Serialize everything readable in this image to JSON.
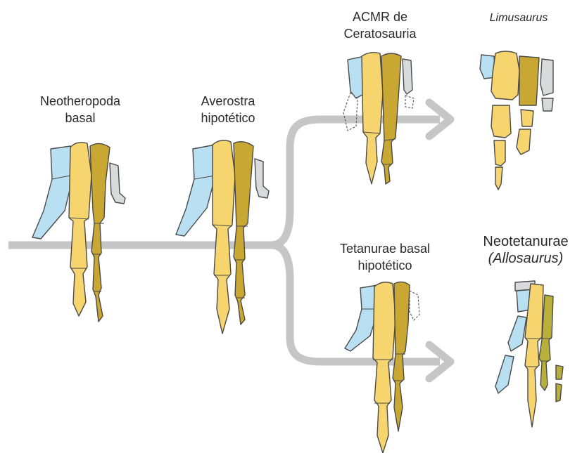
{
  "labels": {
    "neotheropoda": {
      "line1": "Neotheropoda",
      "line2": "basal"
    },
    "averostra": {
      "line1": "Averostra",
      "line2": "hipotético"
    },
    "acmr": {
      "line1": "ACMR de",
      "line2": "Ceratosauria"
    },
    "limusaurus": {
      "line1": "Limusaurus"
    },
    "tetanurae": {
      "line1": "Tetanurae basal",
      "line2": "hipotético"
    },
    "neotetanurae": {
      "line1": "Neotetanurae",
      "line2": "(Allosaurus)"
    }
  },
  "colors": {
    "digit_i": "#b9dff2",
    "digit_ii": "#f7d56e",
    "digit_iii": "#c9a733",
    "digit_iii_allosaurus": "#b8b03a",
    "digit_iv": "#d9dadc",
    "outline": "#4a4a4a",
    "arrow": "#c6c6c6"
  },
  "icons": {
    "arrow_upper": "arrow-right-icon",
    "arrow_lower": "arrow-right-icon"
  }
}
